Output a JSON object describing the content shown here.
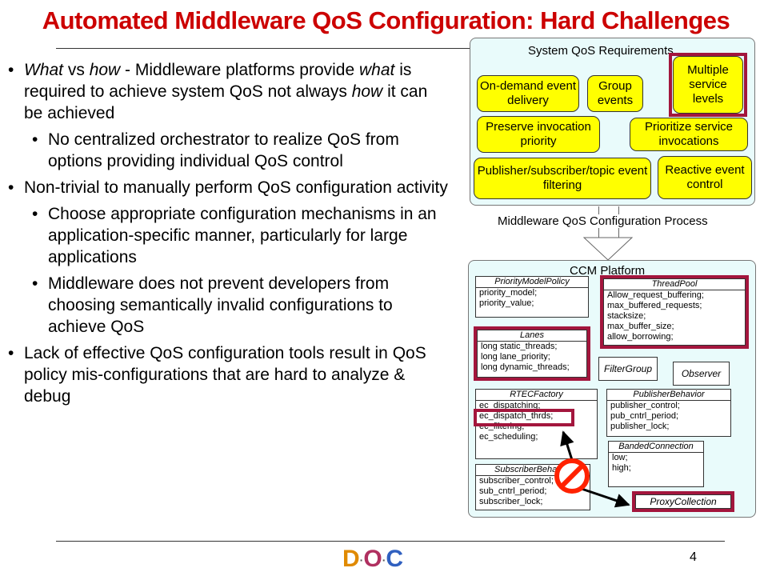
{
  "title": "Automated Middleware QoS Configuration: Hard Challenges",
  "bullets": [
    {
      "level": 1,
      "text_html": "<i>What</i> vs <i>how</i> - Middleware platforms provide <i>what</i> is required to achieve system QoS not always <i>how</i> it can be achieved"
    },
    {
      "level": 2,
      "text_html": "No centralized orchestrator to realize QoS from options providing individual QoS control"
    },
    {
      "level": 1,
      "text_html": "Non-trivial to manually perform QoS configuration activity"
    },
    {
      "level": 2,
      "text_html": "Choose appropriate configuration mechanisms in an application-specific manner, particularly for large applications"
    },
    {
      "level": 2,
      "text_html": "Middleware does not prevent developers from choosing semantically invalid configurations to achieve QoS"
    },
    {
      "level": 1,
      "text_html": "Lack of effective QoS configuration tools result in QoS policy mis-configurations that are hard to analyze &amp; debug"
    }
  ],
  "bullet_char": "•",
  "diagram": {
    "requirements_title": "System QoS Requirements",
    "requirements": {
      "on_demand": "On-demand event delivery",
      "group": "Group events",
      "multiple": "Multiple service levels",
      "preserve": "Preserve invocation priority",
      "prioritize": "Prioritize service invocations",
      "pubsub": "Publisher/subscriber/topic event filtering",
      "reactive": "Reactive event control"
    },
    "process_title": "Middleware QoS Configuration Process",
    "platform_title": "CCM Platform",
    "classes": {
      "priority": {
        "name": "PriorityModelPolicy",
        "attrs": [
          "priority_model;",
          "priority_value;"
        ]
      },
      "threadpool": {
        "name": "ThreadPool",
        "attrs": [
          "Allow_request_buffering;",
          "max_buffered_requests;",
          "stacksize;",
          "max_buffer_size;",
          "allow_borrowing;"
        ]
      },
      "lanes": {
        "name": "Lanes",
        "attrs": [
          "long static_threads;",
          "long lane_priority;",
          "long dynamic_threads;"
        ]
      },
      "filtergroup": "FilterGroup",
      "observer": "Observer",
      "rtec": {
        "name": "RTECFactory",
        "attrs": [
          "ec_dispatching;",
          "ec_dispatch_thrds;",
          "ec_filtering;",
          "ec_scheduling;"
        ]
      },
      "publisher": {
        "name": "PublisherBehavior",
        "attrs": [
          "publisher_control;",
          "pub_cntrl_period;",
          "publisher_lock;"
        ]
      },
      "banded": {
        "name": "BandedConnection",
        "attrs": [
          "low;",
          "high;"
        ]
      },
      "subscriber": {
        "name": "SubscriberBehavior",
        "attrs": [
          "subscriber_control;",
          "sub_cntrl_period;",
          "subscriber_lock;"
        ]
      },
      "proxy": "ProxyCollection"
    }
  },
  "page_number": "4",
  "logo_text": "DOC"
}
